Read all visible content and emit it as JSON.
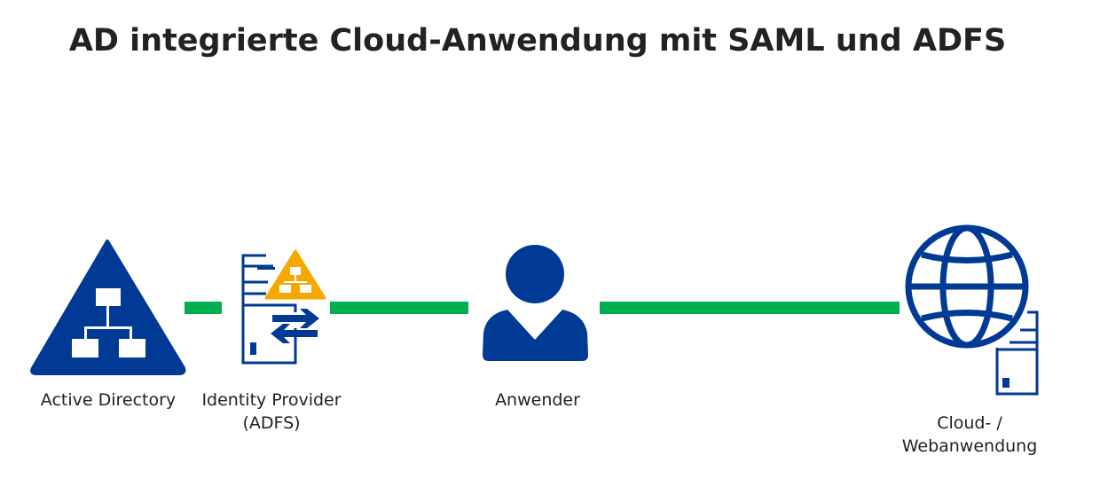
{
  "title": "AD integrierte Cloud-Anwendung mit SAML und ADFS",
  "nodes": [
    {
      "icon": "active-directory-icon",
      "label": "Active Directory"
    },
    {
      "icon": "identity-provider-server-icon",
      "label_line1": "Identity Provider",
      "label_line2": "(ADFS)"
    },
    {
      "icon": "user-icon",
      "label": "Anwender"
    },
    {
      "icon": "globe-server-icon",
      "label_line1": "Cloud- /",
      "label_line2": "Webanwendung"
    }
  ],
  "colors": {
    "primary": "#003a94",
    "connector": "#00b050",
    "accent": "#f5a800"
  }
}
